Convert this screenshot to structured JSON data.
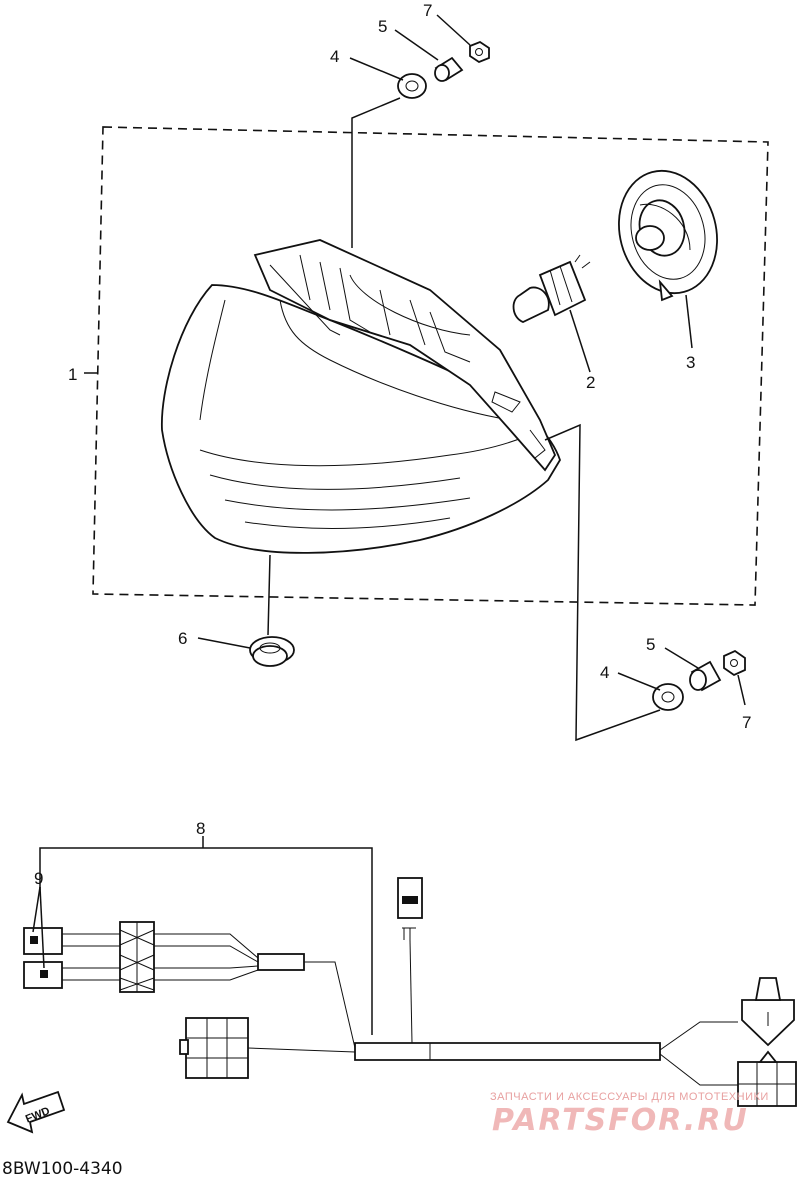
{
  "callouts": {
    "headlight_assy": "1",
    "bulb": "2",
    "bulb_cover": "3",
    "grommet_top": "4",
    "collar_top": "5",
    "nut_top": "7",
    "grommet_side": "6",
    "grommet_bottom": "4",
    "collar_bottom": "5",
    "nut_bottom": "7",
    "lead_wire": "8",
    "connector": "9"
  },
  "fwd_label": "FWD",
  "diagram_code": "8BW100-4340",
  "watermark": {
    "line1": "ЗАПЧАСТИ И АКСЕССУАРЫ ДЛЯ МОТОТЕХНИКИ",
    "line2": "PARTSFOR.RU"
  }
}
